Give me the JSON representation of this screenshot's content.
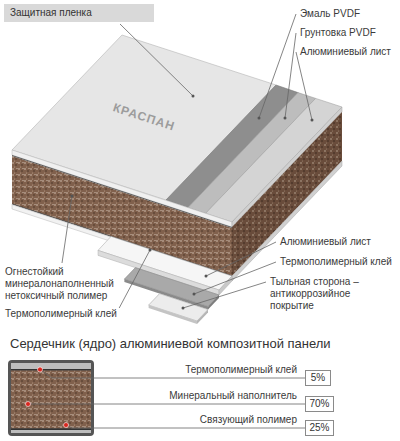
{
  "diagram": {
    "title": "Сердечник (ядро) алюминиевой композитной панели",
    "nodes": [
      {
        "text": [
          "Защитная пленка"
        ]
      },
      {
        "text": [
          "5%"
        ]
      },
      {
        "text": [
          "70%"
        ]
      },
      {
        "text": [
          "25%"
        ]
      }
    ],
    "labels": [
      "Эмаль PVDF",
      "Грунтовка PVDF",
      "Алюминиевый лист",
      "КРАСПАН",
      "Огнестойкий минералонаполненный нетоксичный полимер",
      "Алюминиевый лист",
      "Термополимерный клей",
      "Термополимерный клей",
      "Тыльная сторона – антикоррозийное покрытие",
      "Термополимерный клей",
      "Минеральный наполнитель",
      "Связующий полимер"
    ]
  }
}
